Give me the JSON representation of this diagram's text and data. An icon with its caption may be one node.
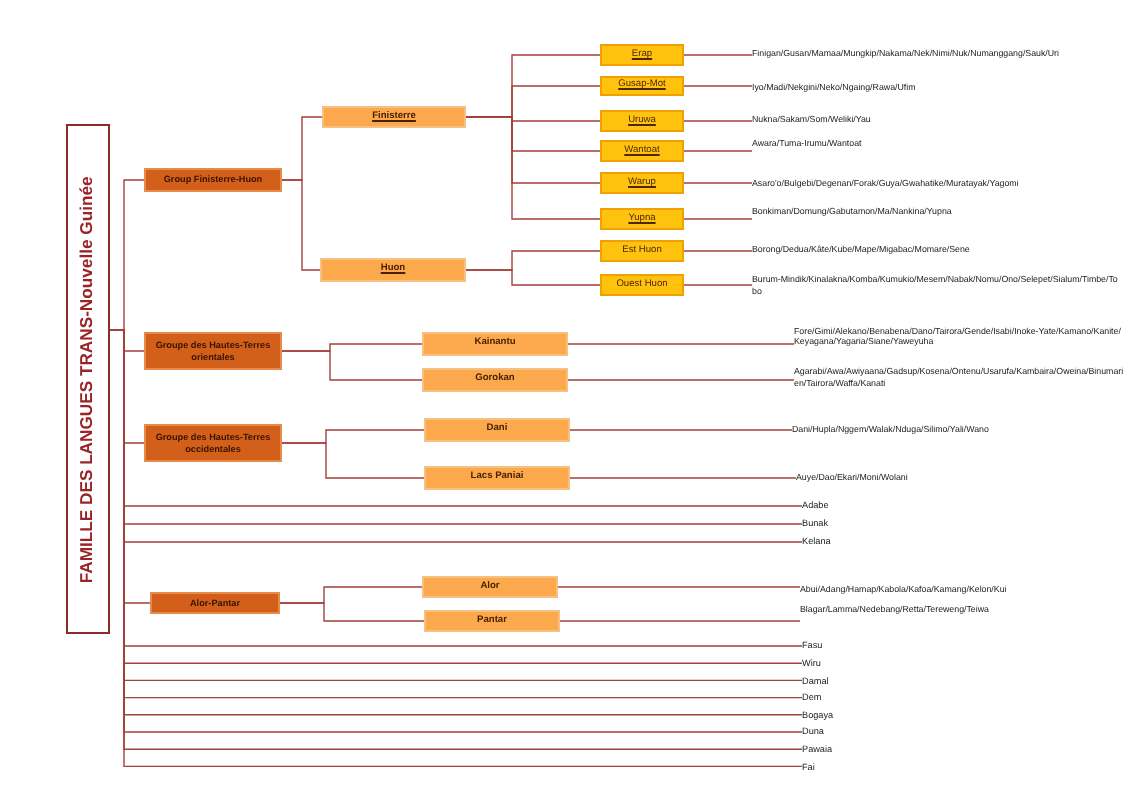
{
  "diagram": {
    "nodes": [
      {
        "text": [
          "FAMILLE DES LANGUES TRANS-Nouvelle Guinée"
        ]
      },
      {
        "text": [
          "Group Finisterre-Huon"
        ]
      },
      {
        "text": [
          "Finisterre"
        ]
      },
      {
        "text": [
          "Erap"
        ]
      },
      {
        "text": [
          "Finigan/Gusan/Mamaa/Mungkip/Nakama/Nek/Nimi/Nuk/Numanggang/Sauk/Uri"
        ]
      },
      {
        "text": [
          "Gusap-Mot"
        ]
      },
      {
        "text": [
          "Iyo/Madi/Nekgini/Neko/Ngaing/Rawa/Ufim"
        ]
      },
      {
        "text": [
          "Uruwa"
        ]
      },
      {
        "text": [
          "Nukna/Sakam/Som/Weliki/Yau"
        ]
      },
      {
        "text": [
          "Wantoat"
        ]
      },
      {
        "text": [
          "Awara/Tuma-Irumu/Wantoat"
        ]
      },
      {
        "text": [
          "Warup"
        ]
      },
      {
        "text": [
          "Asaro'o/Bulgebi/Degenan/Forak/Guya/Gwahatike/Muratayak/Yagomi"
        ]
      },
      {
        "text": [
          "Yupna"
        ]
      },
      {
        "text": [
          "Bonkiman/Domung/Gabutamon/Ma/Nankina/Yupna"
        ]
      },
      {
        "text": [
          "Huon"
        ]
      },
      {
        "text": [
          "Est Huon"
        ]
      },
      {
        "text": [
          "Borong/Dedua/Kâte/Kube/Mape/Migabac/Momare/Sene"
        ]
      },
      {
        "text": [
          "Ouest Huon"
        ]
      },
      {
        "text": [
          "Burum-Mindik/Kinalakna/Komba/Kumukio/Mesem/Nabak/Nomu/Ono/Selepet/Sialum/Timbe/Tobo"
        ]
      },
      {
        "text": [
          "Groupe des Hautes-Terres orientales"
        ]
      },
      {
        "text": [
          "Kainantu"
        ]
      },
      {
        "text": [
          "Fore/Gimi/Alekano/Benabena/Dano/Tairora/Gende/Isabi/Inoke-Yate/Kamano/Kanite/Keyagana/Yagaria/Siane/Yaweyuha"
        ]
      },
      {
        "text": [
          "Gorokan"
        ]
      },
      {
        "text": [
          "Agarabi/Awa/Awiyaana/Gadsup/Kosena/Ontenu/Usarufa/Kambaira/Oweina/Binumarien/Tairora/Waffa/Kanati"
        ]
      },
      {
        "text": [
          "Groupe des Hautes-Terres occidentales"
        ]
      },
      {
        "text": [
          "Dani"
        ]
      },
      {
        "text": [
          "Dani/Hupla/Nggem/Walak/Nduga/Silimo/Yali/Wano"
        ]
      },
      {
        "text": [
          "Lacs Paniai"
        ]
      },
      {
        "text": [
          "Auye/Dao/Ekari/Moni/Wolani"
        ]
      },
      {
        "text": [
          "Adabe"
        ]
      },
      {
        "text": [
          "Bunak"
        ]
      },
      {
        "text": [
          "Kelana"
        ]
      },
      {
        "text": [
          "Alor-Pantar"
        ]
      },
      {
        "text": [
          "Alor"
        ]
      },
      {
        "text": [
          "Abui/Adang/Hamap/Kabola/Kafoa/Kamang/Kelon/Kui"
        ]
      },
      {
        "text": [
          "Pantar"
        ]
      },
      {
        "text": [
          "Blagar/Lamma/Nedebang/Retta/Tereweng/Teiwa"
        ]
      },
      {
        "text": [
          "Fasu"
        ]
      },
      {
        "text": [
          "Wiru"
        ]
      },
      {
        "text": [
          "Damal"
        ]
      },
      {
        "text": [
          "Dem"
        ]
      },
      {
        "text": [
          "Bogaya"
        ]
      },
      {
        "text": [
          "Duna"
        ]
      },
      {
        "text": [
          "Pawaia"
        ]
      },
      {
        "text": [
          "Fai"
        ]
      }
    ],
    "edges": [
      {
        "from": 0,
        "to": 1,
        "arrow": "none"
      },
      {
        "from": 1,
        "to": 2,
        "arrow": "none"
      },
      {
        "from": 2,
        "to": 3,
        "arrow": "none"
      },
      {
        "from": 3,
        "to": 4,
        "arrow": "none"
      },
      {
        "from": 2,
        "to": 5,
        "arrow": "none"
      },
      {
        "from": 5,
        "to": 6,
        "arrow": "none"
      },
      {
        "from": 2,
        "to": 7,
        "arrow": "none"
      },
      {
        "from": 7,
        "to": 8,
        "arrow": "none"
      },
      {
        "from": 2,
        "to": 9,
        "arrow": "none"
      },
      {
        "from": 9,
        "to": 10,
        "arrow": "none"
      },
      {
        "from": 2,
        "to": 11,
        "arrow": "none"
      },
      {
        "from": 11,
        "to": 12,
        "arrow": "none"
      },
      {
        "from": 2,
        "to": 13,
        "arrow": "none"
      },
      {
        "from": 13,
        "to": 14,
        "arrow": "none"
      },
      {
        "from": 1,
        "to": 15,
        "arrow": "none"
      },
      {
        "from": 15,
        "to": 16,
        "arrow": "none"
      },
      {
        "from": 16,
        "to": 17,
        "arrow": "none"
      },
      {
        "from": 15,
        "to": 18,
        "arrow": "none"
      },
      {
        "from": 18,
        "to": 19,
        "arrow": "none"
      },
      {
        "from": 0,
        "to": 20,
        "arrow": "none"
      },
      {
        "from": 20,
        "to": 21,
        "arrow": "none"
      },
      {
        "from": 21,
        "to": 22,
        "arrow": "none"
      },
      {
        "from": 20,
        "to": 23,
        "arrow": "none"
      },
      {
        "from": 23,
        "to": 24,
        "arrow": "none"
      },
      {
        "from": 0,
        "to": 25,
        "arrow": "none"
      },
      {
        "from": 25,
        "to": 26,
        "arrow": "none"
      },
      {
        "from": 26,
        "to": 27,
        "arrow": "none"
      },
      {
        "from": 25,
        "to": 28,
        "arrow": "none"
      },
      {
        "from": 28,
        "to": 29,
        "arrow": "none"
      },
      {
        "from": 0,
        "to": 30,
        "arrow": "none"
      },
      {
        "from": 0,
        "to": 31,
        "arrow": "none"
      },
      {
        "from": 0,
        "to": 32,
        "arrow": "none"
      },
      {
        "from": 0,
        "to": 33,
        "arrow": "none"
      },
      {
        "from": 33,
        "to": 34,
        "arrow": "none"
      },
      {
        "from": 34,
        "to": 35,
        "arrow": "none"
      },
      {
        "from": 33,
        "to": 36,
        "arrow": "none"
      },
      {
        "from": 36,
        "to": 37,
        "arrow": "none"
      },
      {
        "from": 0,
        "to": 38,
        "arrow": "none"
      },
      {
        "from": 0,
        "to": 39,
        "arrow": "none"
      },
      {
        "from": 0,
        "to": 40,
        "arrow": "none"
      },
      {
        "from": 0,
        "to": 41,
        "arrow": "none"
      },
      {
        "from": 0,
        "to": 42,
        "arrow": "none"
      },
      {
        "from": 0,
        "to": 43,
        "arrow": "none"
      },
      {
        "from": 0,
        "to": 44,
        "arrow": "none"
      },
      {
        "from": 0,
        "to": 45,
        "arrow": "none"
      }
    ]
  }
}
